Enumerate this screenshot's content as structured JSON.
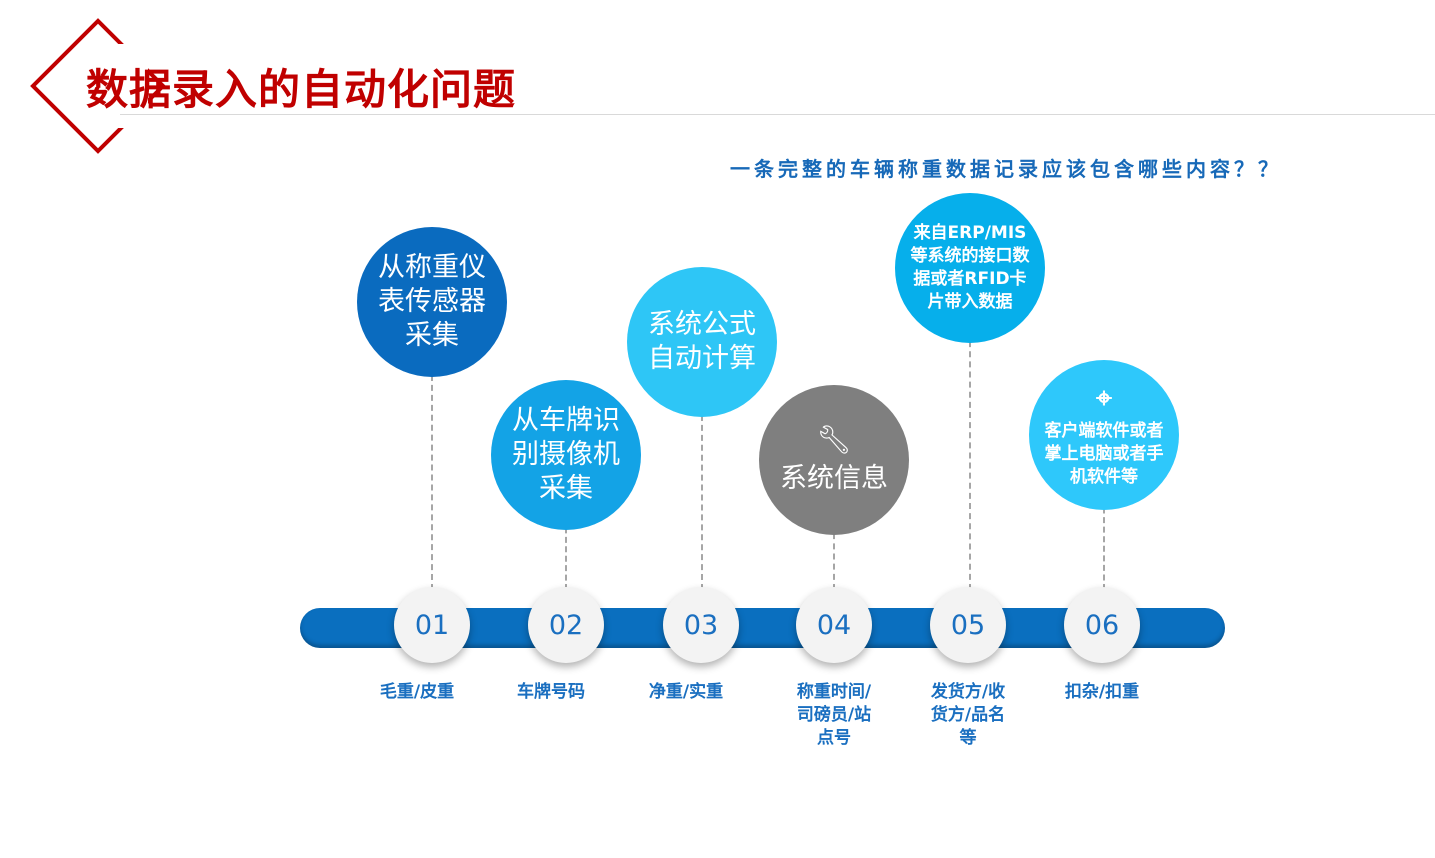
{
  "title": "数据录入的自动化问题",
  "question": "一条完整的车辆称重数据记录应该包含哪些内容？？",
  "sources": [
    {
      "text": "从称重仪表传感器采集",
      "lines": [
        "从称重仪",
        "表传感器",
        "采集"
      ],
      "color": "#0a6bbf"
    },
    {
      "text": "从车牌识别摄像机采集",
      "lines": [
        "从车牌识",
        "别摄像机",
        "采集"
      ],
      "color": "#13a3e6"
    },
    {
      "text": "系统公式自动计算",
      "lines": [
        "系统公式",
        "自动计算"
      ],
      "color": "#2ec6f6"
    },
    {
      "text": "系统信息",
      "lines": [
        "系统信息"
      ],
      "color": "#7f7f7f",
      "icon": "wrench-icon"
    },
    {
      "text": "来自ERP/MIS等系统的接口数据或者RFID卡片带入数据",
      "lines": [
        "来自ERP/MIS",
        "等系统的接口数",
        "据或者RFID卡",
        "片带入数据"
      ],
      "color": "#06afeb"
    },
    {
      "text": "客户端软件或者掌上电脑或者手机软件等",
      "lines": [
        "客户端软件或者",
        "掌上电脑或者手",
        "机软件等"
      ],
      "color": "#2ec8fb",
      "icon": "target-icon"
    }
  ],
  "steps": [
    {
      "num": "01",
      "lines": [
        "毛重/皮重"
      ]
    },
    {
      "num": "02",
      "lines": [
        "车牌号码"
      ]
    },
    {
      "num": "03",
      "lines": [
        "净重/实重"
      ]
    },
    {
      "num": "04",
      "lines": [
        "称重时间/",
        "司磅员/站",
        "点号"
      ]
    },
    {
      "num": "05",
      "lines": [
        "发货方/收",
        "货方/品名",
        "等"
      ]
    },
    {
      "num": "06",
      "lines": [
        "扣杂/扣重"
      ]
    }
  ]
}
